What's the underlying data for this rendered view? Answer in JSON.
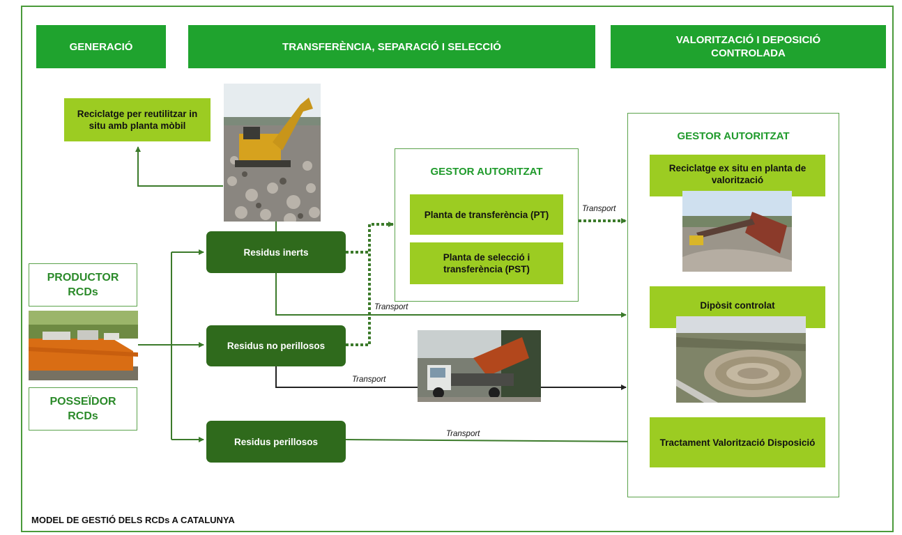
{
  "headers": {
    "generation": "GENERACIÓ",
    "transfer": "TRANSFERÈNCIA, SEPARACIÓ I SELECCIÓ",
    "valorization": "VALORITZACIÓ I DEPOSICIÓ CONTROLADA"
  },
  "recycling_insitu": "Reciclatge per reutilitzar in situ amb planta mòbil",
  "producer": "PRODUCTOR RCDs",
  "possessor": "POSSEÏDOR RCDs",
  "waste": {
    "inert": "Residus inerts",
    "non_hazardous": "Residus no perillosos",
    "hazardous": "Residus perillosos"
  },
  "middle_manager": {
    "title": "GESTOR AUTORITZAT",
    "plant_transfer": "Planta de transferència (PT)",
    "plant_selection": "Planta de selecció i transferència (PST)"
  },
  "right_manager": {
    "title": "GESTOR AUTORITZAT",
    "recycling_exsitu": "Reciclatge ex situ en planta de valorització",
    "controlled_deposit": "Dipòsit controlat",
    "treatment": "Tractament Valorització Disposició"
  },
  "transport_label": "Transport",
  "footer": "MODEL DE GESTIÓ DELS RCDs A CATALUNYA",
  "colors": {
    "header_green": "#1fa32e",
    "light_green": "#9ccc22",
    "dark_green": "#2f6a1c",
    "border_green": "#5aa24a"
  }
}
